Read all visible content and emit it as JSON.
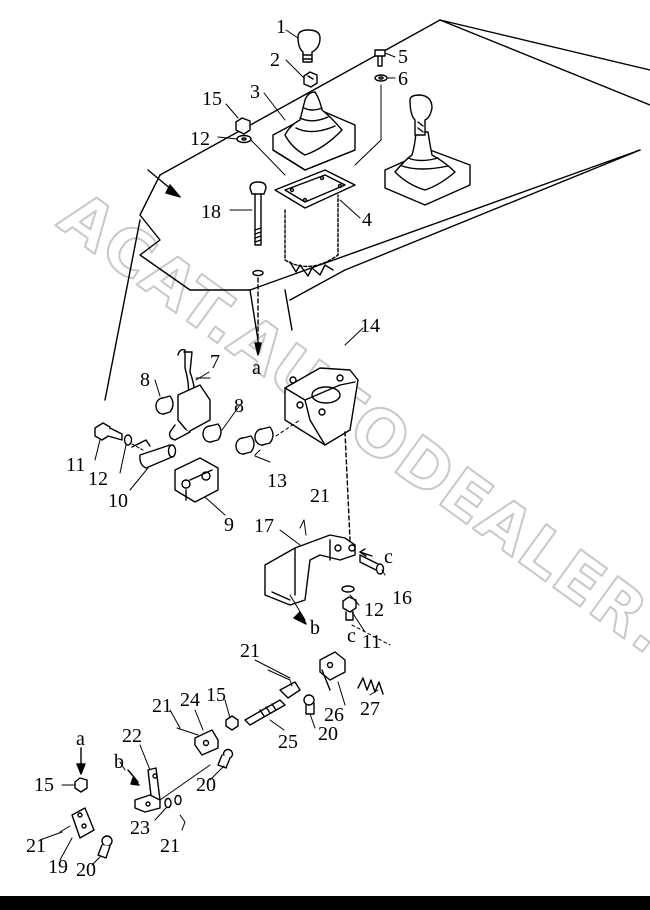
{
  "watermark": "ACAT.AUTODEALER.RU",
  "callouts": [
    {
      "id": "c1",
      "text": "1"
    },
    {
      "id": "c2",
      "text": "2"
    },
    {
      "id": "c3",
      "text": "3"
    },
    {
      "id": "c4",
      "text": "4"
    },
    {
      "id": "c5",
      "text": "5"
    },
    {
      "id": "c6",
      "text": "6"
    },
    {
      "id": "c7",
      "text": "7"
    },
    {
      "id": "c8a",
      "text": "8"
    },
    {
      "id": "c8b",
      "text": "8"
    },
    {
      "id": "c9",
      "text": "9"
    },
    {
      "id": "c10",
      "text": "10"
    },
    {
      "id": "c11a",
      "text": "11"
    },
    {
      "id": "c11b",
      "text": "11"
    },
    {
      "id": "c12a",
      "text": "12"
    },
    {
      "id": "c12b",
      "text": "12"
    },
    {
      "id": "c12c",
      "text": "12"
    },
    {
      "id": "c13",
      "text": "13"
    },
    {
      "id": "c14",
      "text": "14"
    },
    {
      "id": "c15a",
      "text": "15"
    },
    {
      "id": "c15b",
      "text": "15"
    },
    {
      "id": "c15c",
      "text": "15"
    },
    {
      "id": "c16",
      "text": "16"
    },
    {
      "id": "c17",
      "text": "17"
    },
    {
      "id": "c18",
      "text": "18"
    },
    {
      "id": "c19",
      "text": "19"
    },
    {
      "id": "c20a",
      "text": "20"
    },
    {
      "id": "c20b",
      "text": "20"
    },
    {
      "id": "c20c",
      "text": "20"
    },
    {
      "id": "c21a",
      "text": "21"
    },
    {
      "id": "c21b",
      "text": "21"
    },
    {
      "id": "c21c",
      "text": "21"
    },
    {
      "id": "c21d",
      "text": "21"
    },
    {
      "id": "c21e",
      "text": "21"
    },
    {
      "id": "c22",
      "text": "22"
    },
    {
      "id": "c23",
      "text": "23"
    },
    {
      "id": "c24",
      "text": "24"
    },
    {
      "id": "c25",
      "text": "25"
    },
    {
      "id": "c26",
      "text": "26"
    },
    {
      "id": "c27",
      "text": "27"
    },
    {
      "id": "ref-a1",
      "text": "a"
    },
    {
      "id": "ref-a2",
      "text": "a"
    },
    {
      "id": "ref-b1",
      "text": "b"
    },
    {
      "id": "ref-b2",
      "text": "b"
    },
    {
      "id": "ref-c1",
      "text": "c"
    },
    {
      "id": "ref-c2",
      "text": "c"
    }
  ]
}
